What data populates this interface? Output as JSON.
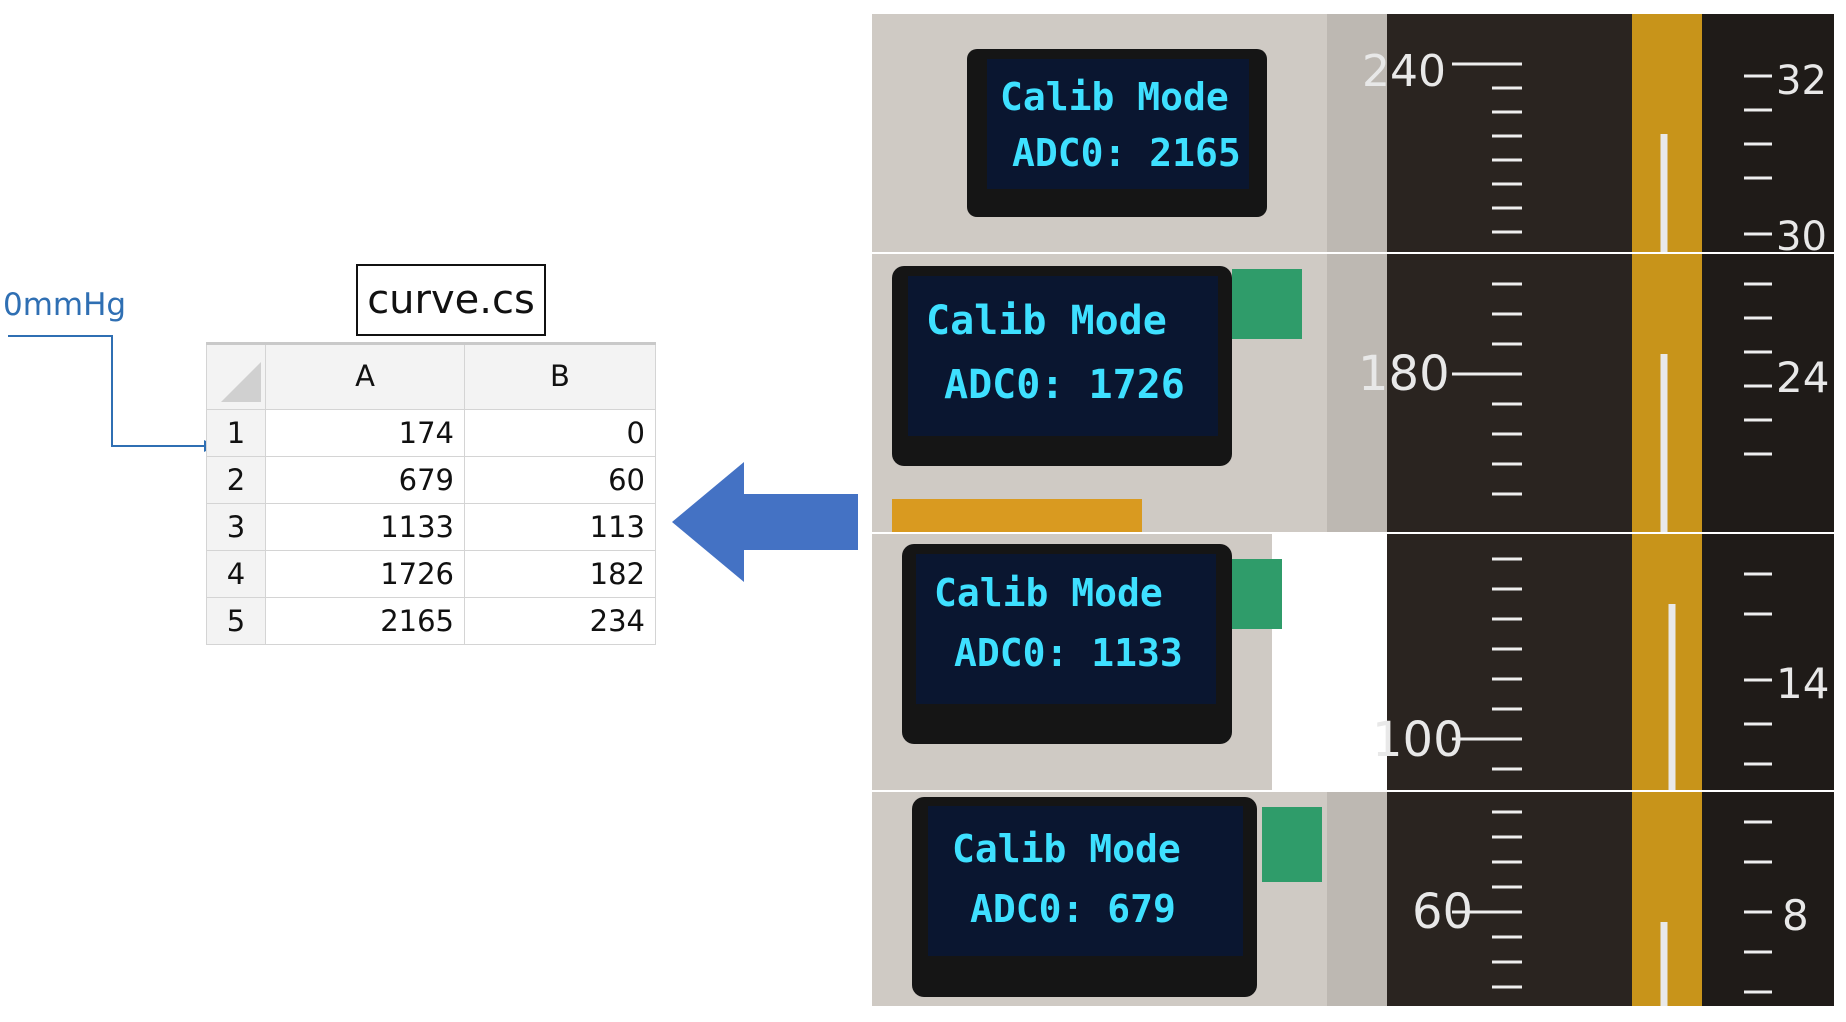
{
  "annotation": {
    "label": "0mmHg",
    "color": "#2f6fb3"
  },
  "title_box": {
    "text": "curve.cs"
  },
  "sheet": {
    "columns": [
      "A",
      "B"
    ],
    "rows": [
      {
        "row": "1",
        "a": "174",
        "b": "0"
      },
      {
        "row": "2",
        "a": "679",
        "b": "60"
      },
      {
        "row": "3",
        "a": "1133",
        "b": "113"
      },
      {
        "row": "4",
        "a": "1726",
        "b": "182"
      },
      {
        "row": "5",
        "a": "2165",
        "b": "234"
      }
    ]
  },
  "arrow": {
    "direction": "left",
    "color": "#4472c4"
  },
  "photos": [
    {
      "mode": "Calib Mode",
      "adc": "ADC0: 2165",
      "scale_left": "240",
      "scale_right_top": "32",
      "scale_right_bottom": "30"
    },
    {
      "mode": "Calib Mode",
      "adc": "ADC0: 1726",
      "scale_left": "180",
      "scale_right_top": "24",
      "scale_right_bottom": ""
    },
    {
      "mode": "Calib Mode",
      "adc": "ADC0: 1133",
      "scale_left": "100",
      "scale_right_top": "14",
      "scale_right_bottom": ""
    },
    {
      "mode": "Calib Mode",
      "adc": "ADC0: 679",
      "scale_left": "60",
      "scale_right_top": "8",
      "scale_right_bottom": ""
    }
  ]
}
